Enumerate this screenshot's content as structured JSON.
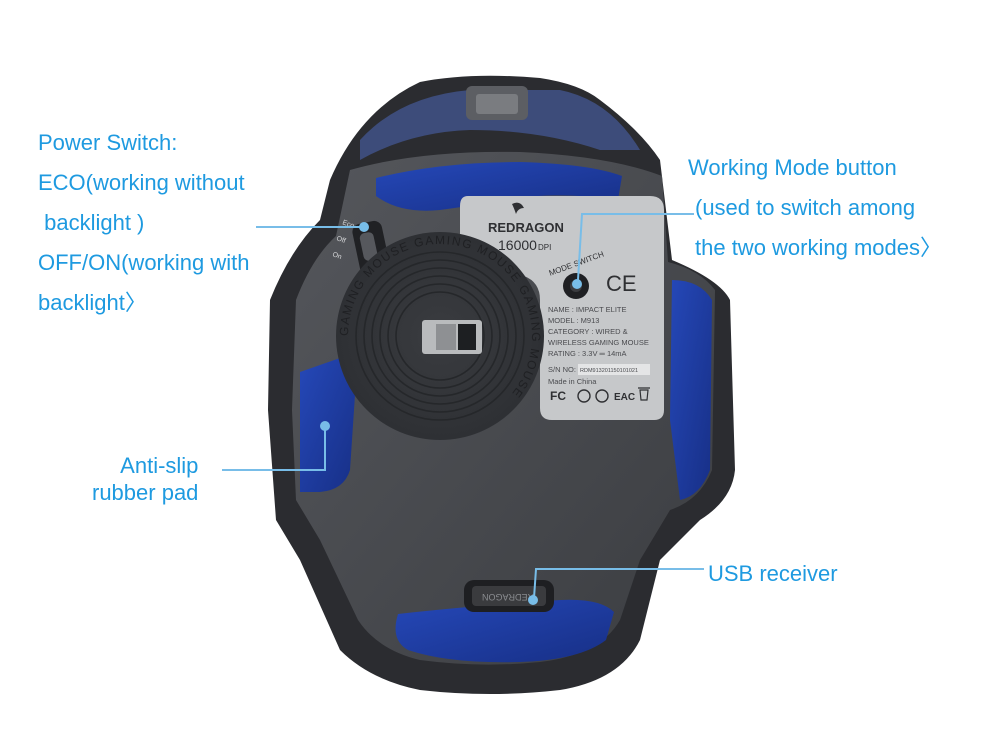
{
  "callouts": {
    "power_switch": [
      "Power Switch:",
      "ECO(working without",
      " backlight )",
      "OFF/ON(working with",
      "backlight〉"
    ],
    "working_mode": [
      "Working Mode button",
      "(used to switch among",
      "the two working modes〉"
    ],
    "anti_slip": [
      "Anti-slip",
      "rubber pad"
    ],
    "usb_receiver": "USB receiver"
  },
  "mouse": {
    "brand": "REDRAGON",
    "dpi": "16000",
    "dpi_unit": "DPI",
    "switch_labels": [
      "Eco",
      "Off",
      "On"
    ],
    "mode_switch_label": "MODE SWITCH",
    "ce_mark": "CE",
    "ring_text": "GAMING MOUSE GAMING MOUSE GAMING MOUSE",
    "specs": [
      "NAME : IMPACT ELITE",
      "MODEL : M913",
      "CATEGORY : WIRED &",
      "WIRELESS GAMING MOUSE",
      "RATING : 3.3V ═ 14mA"
    ],
    "sn_label": "S/N NO:",
    "sn_value": "RDM913201150101021",
    "made_in": "Made in China",
    "cert_marks": [
      "FC",
      "EAC"
    ],
    "receiver_brand": "REDRAGON"
  },
  "colors": {
    "callout_text": "#1e9ae0",
    "callout_line": "#78bde8",
    "pad_blue": "#1f3ea3",
    "body_dark": "#4b4d52",
    "label_plate": "#c6c8ca"
  }
}
